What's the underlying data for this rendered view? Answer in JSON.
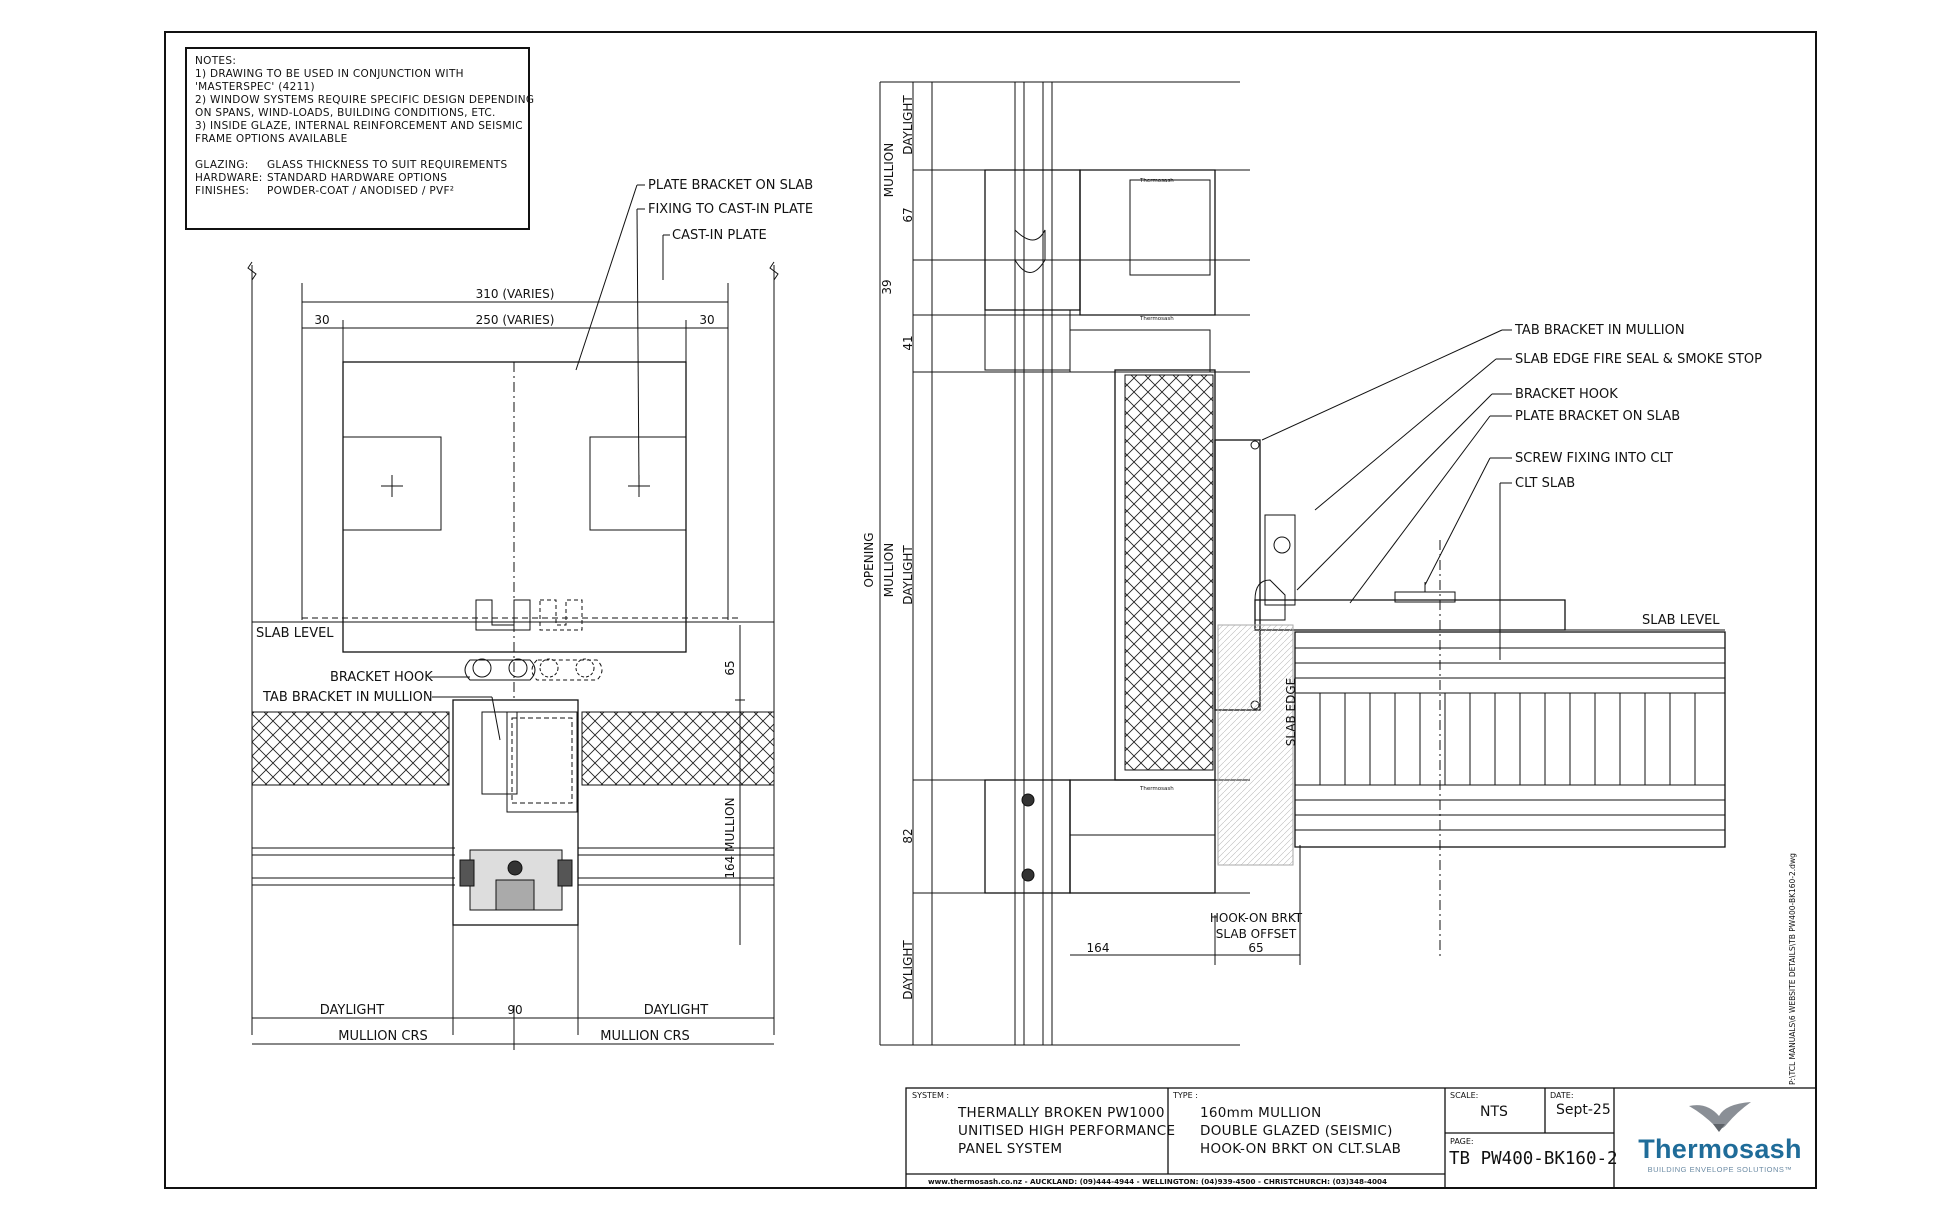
{
  "notes": {
    "heading": "NOTES:",
    "n1a": "1) DRAWING TO BE USED IN CONJUNCTION WITH",
    "n1b": "'MASTERSPEC' (4211)",
    "n2a": "2) WINDOW SYSTEMS REQUIRE SPECIFIC DESIGN DEPENDING",
    "n2b": "ON SPANS, WIND-LOADS, BUILDING CONDITIONS, ETC.",
    "n3a": "3) INSIDE GLAZE, INTERNAL REINFORCEMENT AND SEISMIC",
    "n3b": "FRAME OPTIONS AVAILABLE",
    "glazing_key": "GLAZING:",
    "glazing_val": "GLASS THICKNESS TO SUIT REQUIREMENTS",
    "hardware_key": "HARDWARE:",
    "hardware_val": "STANDARD HARDWARE OPTIONS",
    "finishes_key": "FINISHES:",
    "finishes_val": "POWDER-COAT / ANODISED / PVF²"
  },
  "left": {
    "plate_bracket": "PLATE BRACKET ON SLAB",
    "fixing": "FIXING TO CAST-IN PLATE",
    "cast_in": "CAST-IN PLATE",
    "dim_310": "310 (VARIES)",
    "dim_250": "250 (VARIES)",
    "dim_30a": "30",
    "dim_30b": "30",
    "slab_level": "SLAB LEVEL",
    "bracket_hook": "BRACKET HOOK",
    "tab_bracket": "TAB BRACKET IN MULLION",
    "dim_65": "65",
    "dim_164": "164 MULLION",
    "daylight_l": "DAYLIGHT",
    "dim_90": "90",
    "daylight_r": "DAYLIGHT",
    "mullion_crs_l": "MULLION CRS",
    "mullion_crs_r": "MULLION CRS"
  },
  "right": {
    "mullion_top": "MULLION",
    "daylight_top": "DAYLIGHT",
    "dim_67": "67",
    "dim_39": "39",
    "dim_41": "41",
    "opening": "OPENING",
    "mullion_mid": "MULLION",
    "daylight_mid": "DAYLIGHT",
    "dim_82": "82",
    "daylight_bot": "DAYLIGHT",
    "tab_bracket": "TAB BRACKET IN MULLION",
    "fire_seal": "SLAB EDGE FIRE SEAL & SMOKE STOP",
    "bracket_hook": "BRACKET HOOK",
    "plate_bracket": "PLATE BRACKET ON SLAB",
    "screw": "SCREW FIXING INTO CLT",
    "clt": "CLT SLAB",
    "slab_level": "SLAB LEVEL",
    "slab_edge": "SLAB EDGE",
    "hook_on_1": "HOOK-ON BRKT",
    "hook_on_2": "SLAB OFFSET",
    "dim_164": "164",
    "dim_65": "65",
    "brand_small": "Thermosash"
  },
  "title_block": {
    "system_cap": "SYSTEM :",
    "system_1": "THERMALLY BROKEN PW1000",
    "system_2": "UNITISED HIGH PERFORMANCE",
    "system_3": "PANEL SYSTEM",
    "type_cap": "TYPE :",
    "type_1": "160mm MULLION",
    "type_2": "DOUBLE GLAZED (SEISMIC)",
    "type_3": "HOOK-ON BRKT ON CLT.SLAB",
    "scale_cap": "SCALE:",
    "scale": "NTS",
    "date_cap": "DATE:",
    "date": "Sept-25",
    "page_cap": "PAGE:",
    "page": "TB PW400-BK160-2",
    "contacts": "www.thermosash.co.nz  -  AUCKLAND: (09)444-4944  -  WELLINGTON: (04)939-4500  -  CHRISTCHURCH: (03)348-4004",
    "logo_name": "Thermosash",
    "logo_tagline": "BUILDING ENVELOPE SOLUTIONS™"
  },
  "file_path": "P:\\TCL MANUALS\\6 WEBSITE DETAILS\\TB PW400-BK160-2.dwg"
}
